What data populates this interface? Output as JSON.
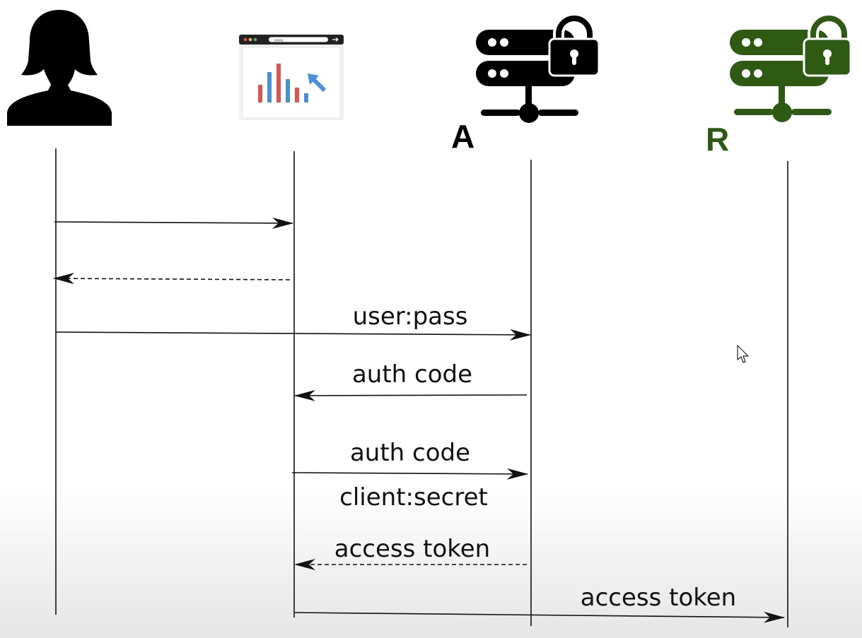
{
  "participants": [
    {
      "id": "user",
      "icon": "user-silhouette-icon"
    },
    {
      "id": "client",
      "icon": "browser-chart-icon"
    },
    {
      "id": "auth_server",
      "icon": "locked-server-icon",
      "label": "A",
      "color": "#000000"
    },
    {
      "id": "resource_server",
      "icon": "locked-server-icon",
      "label": "R",
      "color": "#2f5a14"
    }
  ],
  "messages": [
    {
      "from": "user",
      "to": "client",
      "style": "solid",
      "label": ""
    },
    {
      "from": "client",
      "to": "user",
      "style": "dashed",
      "label": ""
    },
    {
      "from": "user",
      "to": "auth_server",
      "style": "solid",
      "label": "user:pass"
    },
    {
      "from": "auth_server",
      "to": "client",
      "style": "solid",
      "label": "auth code"
    },
    {
      "from": "client",
      "to": "auth_server",
      "style": "solid",
      "label": "auth code",
      "sublabel": "client:secret"
    },
    {
      "from": "auth_server",
      "to": "client",
      "style": "dashed",
      "label": "access token"
    },
    {
      "from": "client",
      "to": "resource_server",
      "style": "solid",
      "label": "access token"
    }
  ],
  "colors": {
    "line": "#111111",
    "resource_green": "#2f5a14",
    "chart_red": "#e0524f",
    "chart_blue": "#4a90d9",
    "arrow_blue": "#4a90d9"
  }
}
